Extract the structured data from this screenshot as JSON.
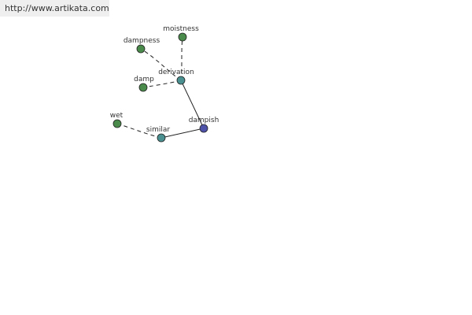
{
  "banner": {
    "url_text": "http://www.artikata.com"
  },
  "colors": {
    "word_node": "#4a8a4a",
    "relation_node": "#4a9090",
    "center_node": "#4e52a8"
  },
  "graph": {
    "nodes": [
      {
        "id": "dampish",
        "label": "dampish",
        "kind": "center"
      },
      {
        "id": "derivation",
        "label": "derivation",
        "kind": "relation"
      },
      {
        "id": "similar",
        "label": "similar",
        "kind": "relation"
      },
      {
        "id": "moistness",
        "label": "moistness",
        "kind": "word"
      },
      {
        "id": "dampness",
        "label": "dampness",
        "kind": "word"
      },
      {
        "id": "damp",
        "label": "damp",
        "kind": "word"
      },
      {
        "id": "wet",
        "label": "wet",
        "kind": "word"
      }
    ],
    "edges": [
      {
        "from": "dampish",
        "to": "derivation",
        "style": "solid"
      },
      {
        "from": "dampish",
        "to": "similar",
        "style": "solid"
      },
      {
        "from": "derivation",
        "to": "moistness",
        "style": "dashed"
      },
      {
        "from": "derivation",
        "to": "dampness",
        "style": "dashed"
      },
      {
        "from": "derivation",
        "to": "damp",
        "style": "dashed"
      },
      {
        "from": "similar",
        "to": "wet",
        "style": "dashed"
      }
    ]
  }
}
